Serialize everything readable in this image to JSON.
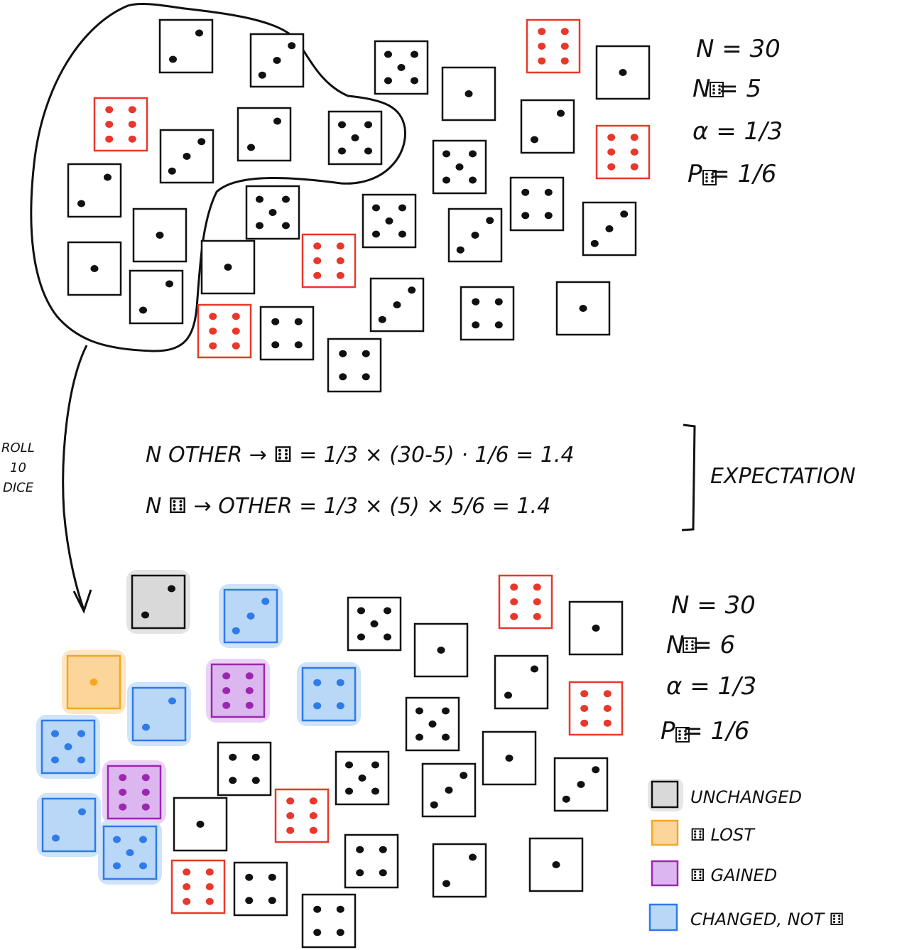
{
  "colors": {
    "ink": "#111111",
    "red": "#e8382b",
    "gray_fill": "#d9d9d9",
    "orange_fill": "#fbd59a",
    "orange_stroke": "#f5a623",
    "purple_fill": "#dcb6ee",
    "purple_stroke": "#9b27b0",
    "blue_fill": "#b9d7f7",
    "blue_stroke": "#2f7be8"
  },
  "top_stats": {
    "n": "N = 30",
    "n6": "N  = 5",
    "alpha": "α = 1/3",
    "p6": "P  = 1/6"
  },
  "roll_label": [
    "ROLL",
    "10",
    "DICE"
  ],
  "equations": {
    "line1": "N OTHER → ⚅ = 1/3 × (30-5) · 1/6 = 1.4",
    "line2": "N ⚅ → OTHER = 1/3 × (5) × 5/6 = 1.4",
    "bracket_label": "EXPECTATION"
  },
  "bottom_stats": {
    "n": "N = 30",
    "n6": "N  = 6",
    "alpha": "α = 1/3",
    "p6": "P  = 1/6"
  },
  "legend": [
    {
      "key": "unchanged",
      "label": "UNCHANGED"
    },
    {
      "key": "lost",
      "label": "⚅ LOST"
    },
    {
      "key": "gained",
      "label": "⚅ GAINED"
    },
    {
      "key": "changed",
      "label": "CHANGED, NOT ⚅"
    }
  ],
  "dice_top": [
    {
      "v": 2,
      "s": "plain"
    },
    {
      "v": 3,
      "s": "plain"
    },
    {
      "v": 5,
      "s": "plain"
    },
    {
      "v": 6,
      "s": "red"
    },
    {
      "v": 1,
      "s": "plain"
    },
    {
      "v": 1,
      "s": "plain"
    },
    {
      "v": 6,
      "s": "red"
    },
    {
      "v": 3,
      "s": "plain"
    },
    {
      "v": 2,
      "s": "plain"
    },
    {
      "v": 5,
      "s": "plain"
    },
    {
      "v": 2,
      "s": "plain"
    },
    {
      "v": 6,
      "s": "red"
    },
    {
      "v": 5,
      "s": "plain"
    },
    {
      "v": 2,
      "s": "plain"
    },
    {
      "v": 4,
      "s": "plain"
    },
    {
      "v": 1,
      "s": "plain"
    },
    {
      "v": 5,
      "s": "plain"
    },
    {
      "v": 5,
      "s": "plain"
    },
    {
      "v": 3,
      "s": "plain"
    },
    {
      "v": 3,
      "s": "plain"
    },
    {
      "v": 1,
      "s": "plain"
    },
    {
      "v": 1,
      "s": "plain"
    },
    {
      "v": 6,
      "s": "red"
    },
    {
      "v": 3,
      "s": "plain"
    },
    {
      "v": 4,
      "s": "plain"
    },
    {
      "v": 2,
      "s": "plain"
    },
    {
      "v": 1,
      "s": "plain"
    },
    {
      "v": 6,
      "s": "red"
    },
    {
      "v": 4,
      "s": "plain"
    },
    {
      "v": 4,
      "s": "plain"
    }
  ],
  "dice_bottom": [
    {
      "v": 2,
      "s": "gray"
    },
    {
      "v": 3,
      "s": "blue"
    },
    {
      "v": 5,
      "s": "plain"
    },
    {
      "v": 6,
      "s": "red"
    },
    {
      "v": 1,
      "s": "plain"
    },
    {
      "v": 1,
      "s": "plain"
    },
    {
      "v": 1,
      "s": "orange"
    },
    {
      "v": 6,
      "s": "purple"
    },
    {
      "v": 4,
      "s": "blue"
    },
    {
      "v": 2,
      "s": "plain"
    },
    {
      "v": 2,
      "s": "blue"
    },
    {
      "v": 6,
      "s": "red"
    },
    {
      "v": 5,
      "s": "blue"
    },
    {
      "v": 5,
      "s": "plain"
    },
    {
      "v": 1,
      "s": "plain"
    },
    {
      "v": 4,
      "s": "plain"
    },
    {
      "v": 5,
      "s": "plain"
    },
    {
      "v": 3,
      "s": "plain"
    },
    {
      "v": 3,
      "s": "plain"
    },
    {
      "v": 6,
      "s": "purple"
    },
    {
      "v": 2,
      "s": "blue"
    },
    {
      "v": 1,
      "s": "plain"
    },
    {
      "v": 6,
      "s": "red"
    },
    {
      "v": 5,
      "s": "blue"
    },
    {
      "v": 4,
      "s": "plain"
    },
    {
      "v": 2,
      "s": "plain"
    },
    {
      "v": 1,
      "s": "plain"
    },
    {
      "v": 6,
      "s": "red"
    },
    {
      "v": 4,
      "s": "plain"
    },
    {
      "v": 4,
      "s": "plain"
    }
  ]
}
